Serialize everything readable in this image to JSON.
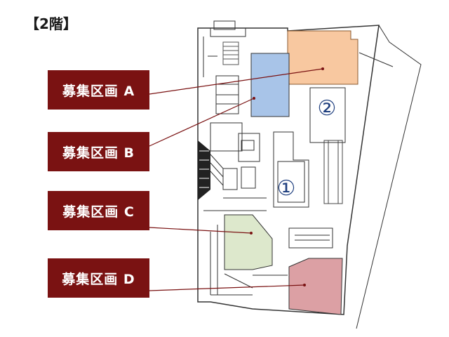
{
  "floor_label": "【2階】",
  "zones": [
    {
      "id": "A",
      "label": "募集区画 A",
      "color": "#f8c8a0"
    },
    {
      "id": "B",
      "label": "募集区画 B",
      "color": "#a8c4e8"
    },
    {
      "id": "C",
      "label": "募集区画 C",
      "color": "#dde8cc"
    },
    {
      "id": "D",
      "label": "募集区画 D",
      "color": "#dca0a4"
    }
  ],
  "markers": [
    {
      "label": "①"
    },
    {
      "label": "②"
    }
  ],
  "colors": {
    "label_bg": "#7a1212",
    "label_text": "#ffffff",
    "leader_line": "#7a1212",
    "marker": "#1f3f7f",
    "plan_line": "#333333"
  }
}
